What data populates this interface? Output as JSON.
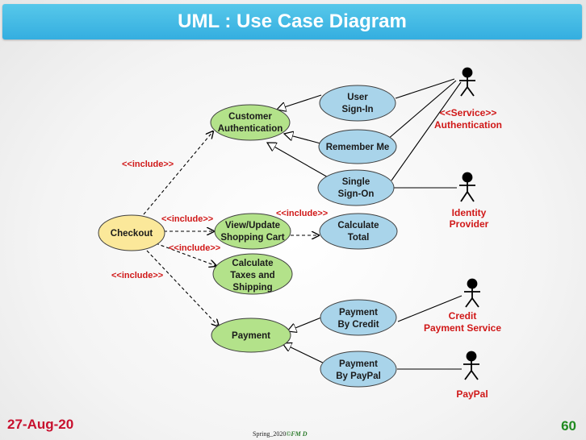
{
  "title": "UML : Use Case Diagram",
  "use_cases": {
    "customer_authentication": [
      "Customer",
      "Authentication"
    ],
    "user_sign_in": [
      "User",
      "Sign-In"
    ],
    "remember_me": [
      "Remember Me"
    ],
    "single_sign_on": [
      "Single",
      "Sign-On"
    ],
    "checkout": [
      "Checkout"
    ],
    "view_update_cart": [
      "View/Update",
      "Shopping Cart"
    ],
    "calculate_total": [
      "Calculate",
      "Total"
    ],
    "calculate_taxes": [
      "Calculate",
      "Taxes and",
      "Shipping"
    ],
    "payment": [
      "Payment"
    ],
    "payment_by_credit": [
      "Payment",
      "By Credit"
    ],
    "payment_by_paypal": [
      "Payment",
      "By PayPal"
    ]
  },
  "actors": {
    "service_authentication": [
      "<<Service>>",
      "Authentication"
    ],
    "identity_provider": [
      "Identity",
      "Provider"
    ],
    "credit_payment_service": [
      "Credit",
      "Payment Service"
    ],
    "paypal": [
      "PayPal"
    ]
  },
  "include_label": "<<include>>",
  "colors": {
    "green_usecase": "#b3e28a",
    "blue_usecase": "#a9d4ea",
    "yellow_usecase": "#fbe89a",
    "title_bar": "#3fb6e4",
    "red_text": "#d01818"
  },
  "footer": {
    "date": "27-Aug-20",
    "credit_prefix": "Spring_2020",
    "credit_symbol": "©",
    "credit_brand": "FM D",
    "page_number": "60"
  }
}
